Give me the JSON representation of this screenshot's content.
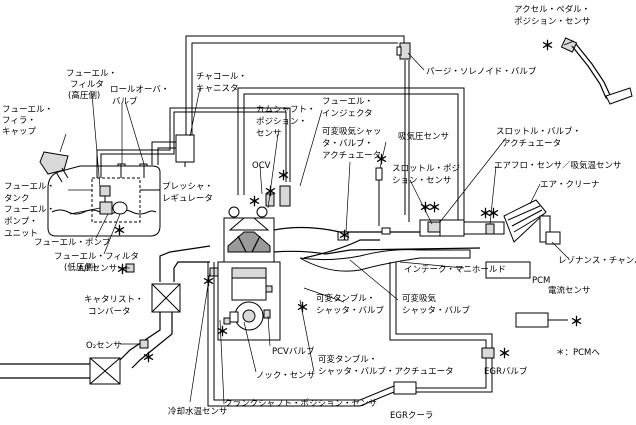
{
  "labels": {
    "accel_pedal": [
      "アクセル・ペダル・",
      "ポジション・センサ"
    ],
    "purge_solenoid": [
      "パージ・ソレノイド・バルブ"
    ],
    "fuel_filter_hp": [
      "フューエル・",
      "フィルタ",
      "(高圧側)"
    ],
    "rollover_valve": [
      "ロールオーバ・",
      "バルブ"
    ],
    "charcoal_canister": [
      "チャコール・",
      "キャニスタ"
    ],
    "fuel_filler_cap": [
      "フューエル・",
      "フィラ・",
      "キャップ"
    ],
    "camshaft_sensor": [
      "カムシャフト・",
      "ポジション・",
      "センサ"
    ],
    "fuel_injector": [
      "フューエル・",
      "インジェクタ"
    ],
    "vvt_actuator": [
      "可変吸気シャッ",
      "タ・バルブ・",
      "アクチュエータ"
    ],
    "map_sensor": [
      "吸気圧センサ"
    ],
    "throttle_actuator": [
      "スロットル・バルブ・",
      "アクチュエータ"
    ],
    "throttle_sensor": [
      "スロットル・ポジ",
      "ション・センサ"
    ],
    "afm_sensor": [
      "エアフロ・センサ／吸気温センサ"
    ],
    "air_cleaner": [
      "エア・クリーナ"
    ],
    "ocv": [
      "OCV"
    ],
    "fuel_tank": [
      "フューエル・",
      "タンク"
    ],
    "pressure_regulator": [
      "プレッシャ・",
      "レギュレータ"
    ],
    "fuel_pump_unit": [
      "フューエル・",
      "ポンプ・",
      "ユニット"
    ],
    "fuel_pump": [
      "フューエル・ポンプ"
    ],
    "fuel_filter_lp": [
      "フューエル・フィルタ",
      "(低圧側)"
    ],
    "intake_manifold": [
      "インテーク・マニホールド"
    ],
    "resonance_chamber": [
      "レゾナンス・チャンバ"
    ],
    "pcm": [
      "PCM"
    ],
    "af_sensor": [
      "A/Fセンサ"
    ],
    "catalyst": [
      "キャタリスト・",
      "コンバータ"
    ],
    "o2_sensor": [
      "O₂センサ"
    ],
    "vis_valve": [
      "可変吸気",
      "シャッタ・バルブ"
    ],
    "tumble_valve": [
      "可変タンブル・",
      "シャッタ・バルブ"
    ],
    "current_sensor": [
      "電流センサ"
    ],
    "pcv_valve": [
      "PCVバルブ"
    ],
    "tumble_actuator": [
      "可変タンブル・",
      "シャッタ・バルブ・アクチュエータ"
    ],
    "pcm_note": [
      "＊：PCMへ"
    ],
    "knock_sensor": [
      "ノック・センサ"
    ],
    "egr_valve": [
      "EGRバルブ"
    ],
    "crank_sensor": [
      "クランクシャフト・ポジション・センサ"
    ],
    "coolant_sensor": [
      "冷却水温センサ"
    ],
    "egr_cooler": [
      "EGRクーラ"
    ]
  },
  "marker_symbol": "＊"
}
